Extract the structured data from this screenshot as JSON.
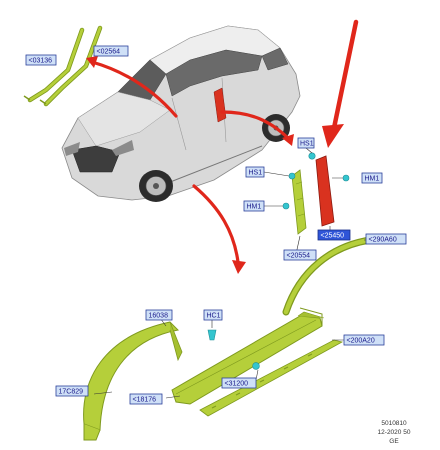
{
  "colors": {
    "label_fill": "#cfe0f7",
    "label_stroke": "#2a3f9a",
    "label_text": "#1a1a8a",
    "part_green": "#b5cf3a",
    "part_green_dark": "#7f9a1e",
    "part_red": "#d9321f",
    "arrow_red": "#e0271b",
    "clip_cyan": "#34c5cf",
    "car_body": "#d8d8d8",
    "car_dark": "#6e6e6e"
  },
  "labels": {
    "l03136": "<03136",
    "l02564": "<02564",
    "hs1_top": "HS1",
    "hs1_left": "HS1",
    "hm1_right": "HM1",
    "hm1_left": "HM1",
    "l20554": "<20554",
    "l25450": "<25450",
    "l290a60": "<290A60",
    "l16038": "16038",
    "hc1": "HC1",
    "l200a20": "<200A20",
    "l17c829": "17C829",
    "l31200": "<31200",
    "l18176": "<18176"
  },
  "footer": {
    "line1": "5010810",
    "line2": "12-2020 50",
    "line3": "GE"
  }
}
